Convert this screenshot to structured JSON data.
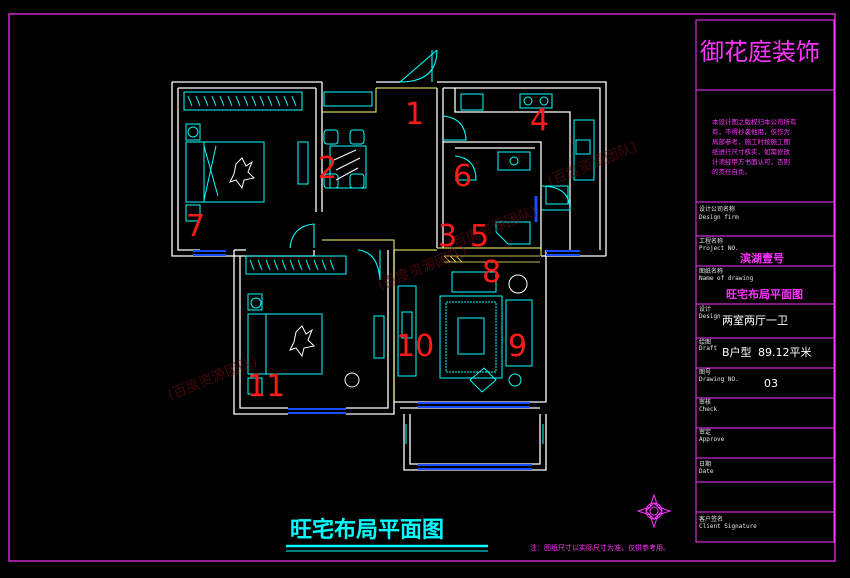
{
  "company": "御花庭装饰",
  "notice_lines": [
    "本设计图之版权归本公司所有",
    "有，不得抄袭他用，仅作为",
    "局部参考，施工时按施工图",
    "纸进行尺寸核实，如需修改",
    "计须经甲方书面认可，否则",
    "的责任自负。"
  ],
  "title_block": {
    "design_firm_label": "设计公司名称",
    "design_firm_en": "Design firm",
    "project_label": "工程名称",
    "project_en": "Project NO.",
    "project_value": "滨湖壹号",
    "drawing_name_label": "图纸名称",
    "drawing_name_en": "Name of drawing",
    "drawing_name_value": "旺宅布局平面图",
    "design_label": "设计",
    "design_en": "Design",
    "design_value": "两室两厅一卫",
    "draft_label": "绘图",
    "draft_en": "Draft",
    "type_value": "B户型",
    "area_value": "89.12平米",
    "drawing_no_label": "图号",
    "drawing_no_en": "Drawing NO.",
    "drawing_no_value": "03",
    "check_label": "审核",
    "check_en": "Check",
    "approve_label": "审定",
    "approve_en": "Approve",
    "date_label": "日期",
    "date_en": "Date",
    "client_label": "客户签名",
    "client_en": "Client Signature"
  },
  "plan_title": "旺宅布局平面图",
  "footnote": "注：图纸尺寸以实际尺寸为准，仅供参考用。",
  "room_numbers": [
    "1",
    "2",
    "3",
    "4",
    "5",
    "6",
    "7",
    "8",
    "9",
    "10",
    "11"
  ],
  "watermark": "(百度资源团队)",
  "colors": {
    "background": "#000000",
    "wall": "#ffffff",
    "furniture": "#00ffff",
    "window": "#1a4dff",
    "magenta": "#ff33ff",
    "yellow": "#ffff66",
    "room_number": "#ff1a1a"
  }
}
